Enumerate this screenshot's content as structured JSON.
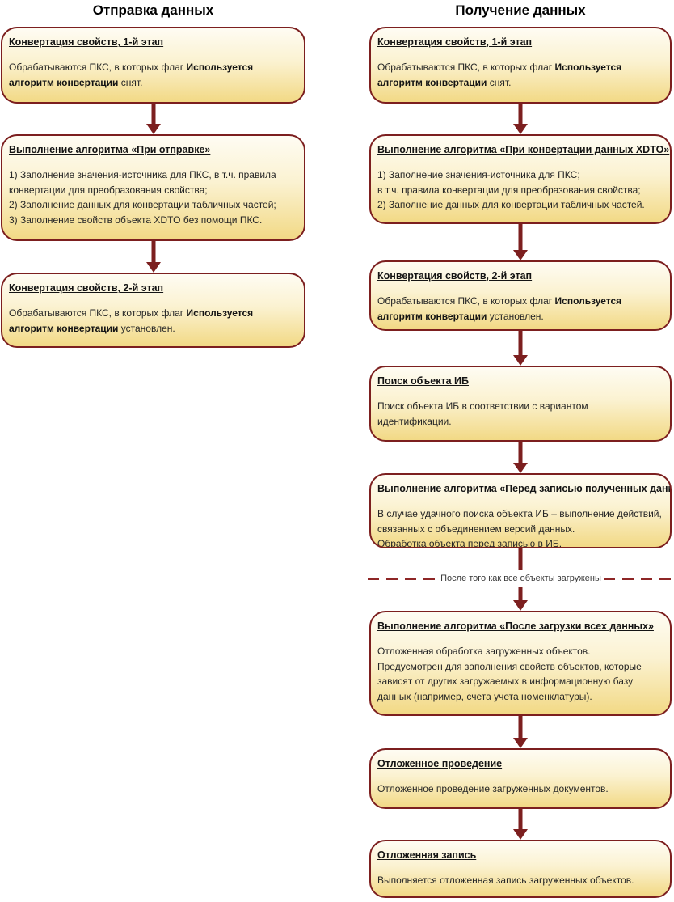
{
  "titles": {
    "left": "Отправка данных",
    "right": "Получение данных"
  },
  "divider_label": "После того как все объекты загружены",
  "colors": {
    "box_border": "#7c1f1f",
    "box_gradient_top": "#fefcf3",
    "box_gradient_mid": "#fbf2d1",
    "box_gradient_bottom": "#f2d985",
    "arrow": "#7c1f1f",
    "dash": "#8e2626",
    "title_text": "#000000",
    "body_text": "#262626"
  },
  "left_boxes": [
    {
      "header": "Конвертация свойств, 1-й этап",
      "lines": [
        [
          {
            "t": "Обрабатываются ПКС, в которых флаг "
          },
          {
            "t": "Используется алгоритм конвертации",
            "b": true
          },
          {
            "t": " снят."
          }
        ]
      ]
    },
    {
      "header": "Выполнение алгоритма «При отправке»",
      "lines": [
        [
          {
            "t": "1) Заполнение значения-источника для ПКС, в т.ч. правила конвертации для преобразования свойства;"
          }
        ],
        [
          {
            "t": "2) Заполнение данных для конвертации табличных частей;"
          }
        ],
        [
          {
            "t": "3) Заполнение свойств объекта XDTO без помощи ПКС."
          }
        ]
      ]
    },
    {
      "header": "Конвертация свойств, 2-й этап",
      "lines": [
        [
          {
            "t": "Обрабатываются ПКС, в которых флаг "
          },
          {
            "t": "Используется алгоритм конвертации",
            "b": true
          },
          {
            "t": " установлен."
          }
        ]
      ]
    }
  ],
  "right_boxes": [
    {
      "header": "Конвертация свойств, 1-й этап",
      "lines": [
        [
          {
            "t": "Обрабатываются ПКС, в которых флаг "
          },
          {
            "t": "Используется алгоритм конвертации",
            "b": true
          },
          {
            "t": " снят."
          }
        ]
      ]
    },
    {
      "header": "Выполнение алгоритма «При конвертации данных XDTO»",
      "lines": [
        [
          {
            "t": "1) Заполнение значения-источника для ПКС;"
          }
        ],
        [
          {
            "t": "в т.ч. правила конвертации для преобразования свойства;"
          }
        ],
        [
          {
            "t": "2) Заполнение данных для конвертации табличных частей."
          }
        ]
      ]
    },
    {
      "header": "Конвертация свойств, 2-й этап",
      "lines": [
        [
          {
            "t": "Обрабатываются ПКС, в которых флаг "
          },
          {
            "t": "Используется алгоритм конвертации",
            "b": true
          },
          {
            "t": " установлен."
          }
        ]
      ]
    },
    {
      "header": "Поиск объекта ИБ",
      "lines": [
        [
          {
            "t": "Поиск объекта ИБ в соответствии с вариантом идентификации."
          }
        ]
      ]
    },
    {
      "header": "Выполнение алгоритма «Перед записью полученных данных»",
      "lines": [
        [
          {
            "t": "В случае удачного поиска объекта ИБ – выполнение действий, связанных с объединением версий данных."
          }
        ],
        [
          {
            "t": "Обработка объекта перед записью в ИБ."
          }
        ]
      ]
    },
    {
      "header": "Выполнение алгоритма «После загрузки всех данных»",
      "lines": [
        [
          {
            "t": "Отложенная обработка загруженных объектов."
          }
        ],
        [
          {
            "t": "Предусмотрен для заполнения свойств объектов, которые зависят от других загружаемых в информационную базу данных (например, счета учета номенклатуры)."
          }
        ]
      ]
    },
    {
      "header": "Отложенное проведение",
      "lines": [
        [
          {
            "t": "Отложенное проведение загруженных документов."
          }
        ]
      ]
    },
    {
      "header": "Отложенная запись",
      "lines": [
        [
          {
            "t": "Выполняется отложенная запись загруженных объектов."
          }
        ]
      ]
    }
  ]
}
